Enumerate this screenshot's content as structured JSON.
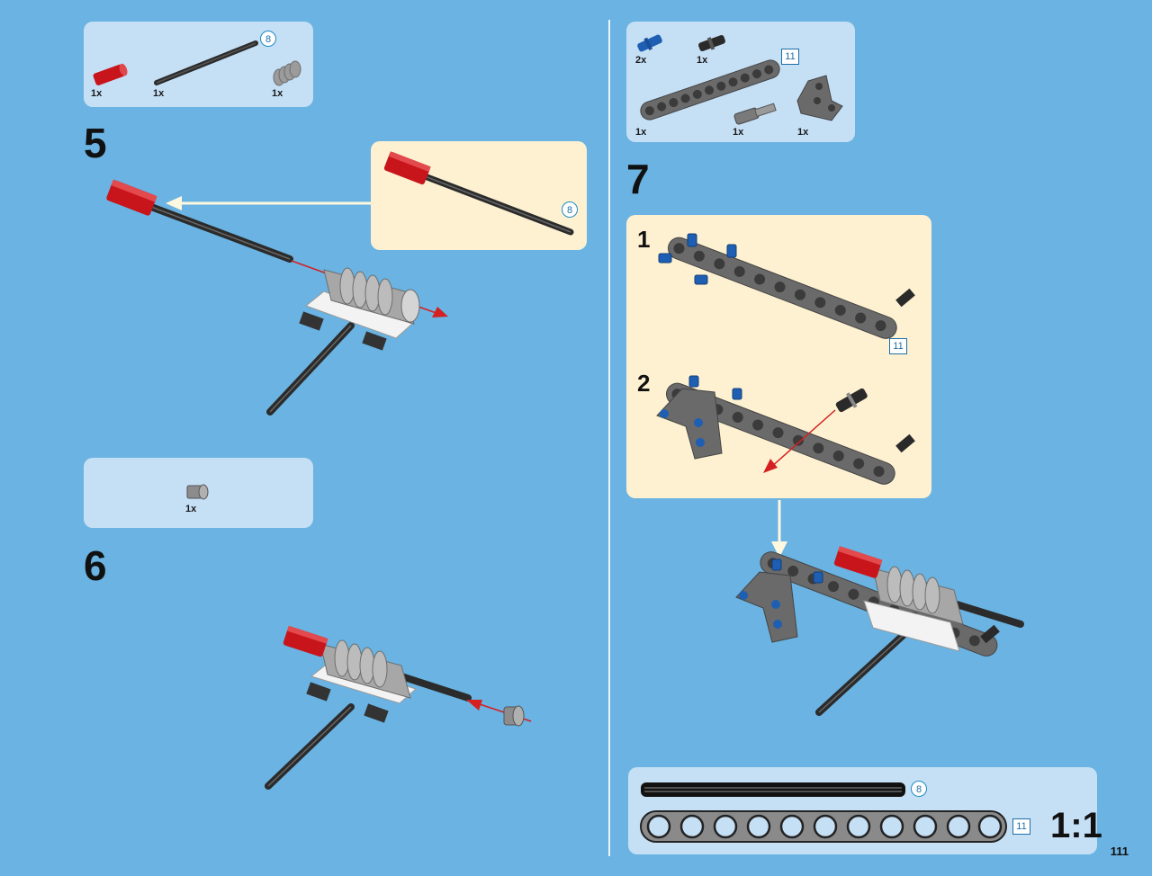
{
  "step5": {
    "number": "5",
    "parts": [
      {
        "icon": "red-axle-connector-icon",
        "qty": "1x"
      },
      {
        "icon": "black-axle-8-icon",
        "qty": "1x",
        "callout": "8"
      },
      {
        "icon": "grey-worm-gear-icon",
        "qty": "1x"
      }
    ],
    "subassembly_callout": "8"
  },
  "step6": {
    "number": "6",
    "parts": [
      {
        "icon": "grey-bushing-icon",
        "qty": "1x"
      }
    ]
  },
  "step7": {
    "number": "7",
    "parts": [
      {
        "icon": "blue-pin-icon",
        "qty": "2x"
      },
      {
        "icon": "black-pin-icon",
        "qty": "1x"
      },
      {
        "icon": "grey-beam-11-icon",
        "qty": "1x",
        "callout": "11"
      },
      {
        "icon": "grey-axle-pin-icon",
        "qty": "1x"
      },
      {
        "icon": "grey-t-beam-icon",
        "qty": "1x"
      }
    ],
    "substep1": "1",
    "substep1_callout": "11",
    "substep2": "2"
  },
  "scale": {
    "axle_callout": "8",
    "beam_callout": "11",
    "ratio": "1:1"
  },
  "page_number": "111",
  "colors": {
    "background": "#6ab3e2",
    "parts_box": "#c5dff5",
    "subassembly_box": "#fdf1d1",
    "arrow_red": "#d42020"
  }
}
